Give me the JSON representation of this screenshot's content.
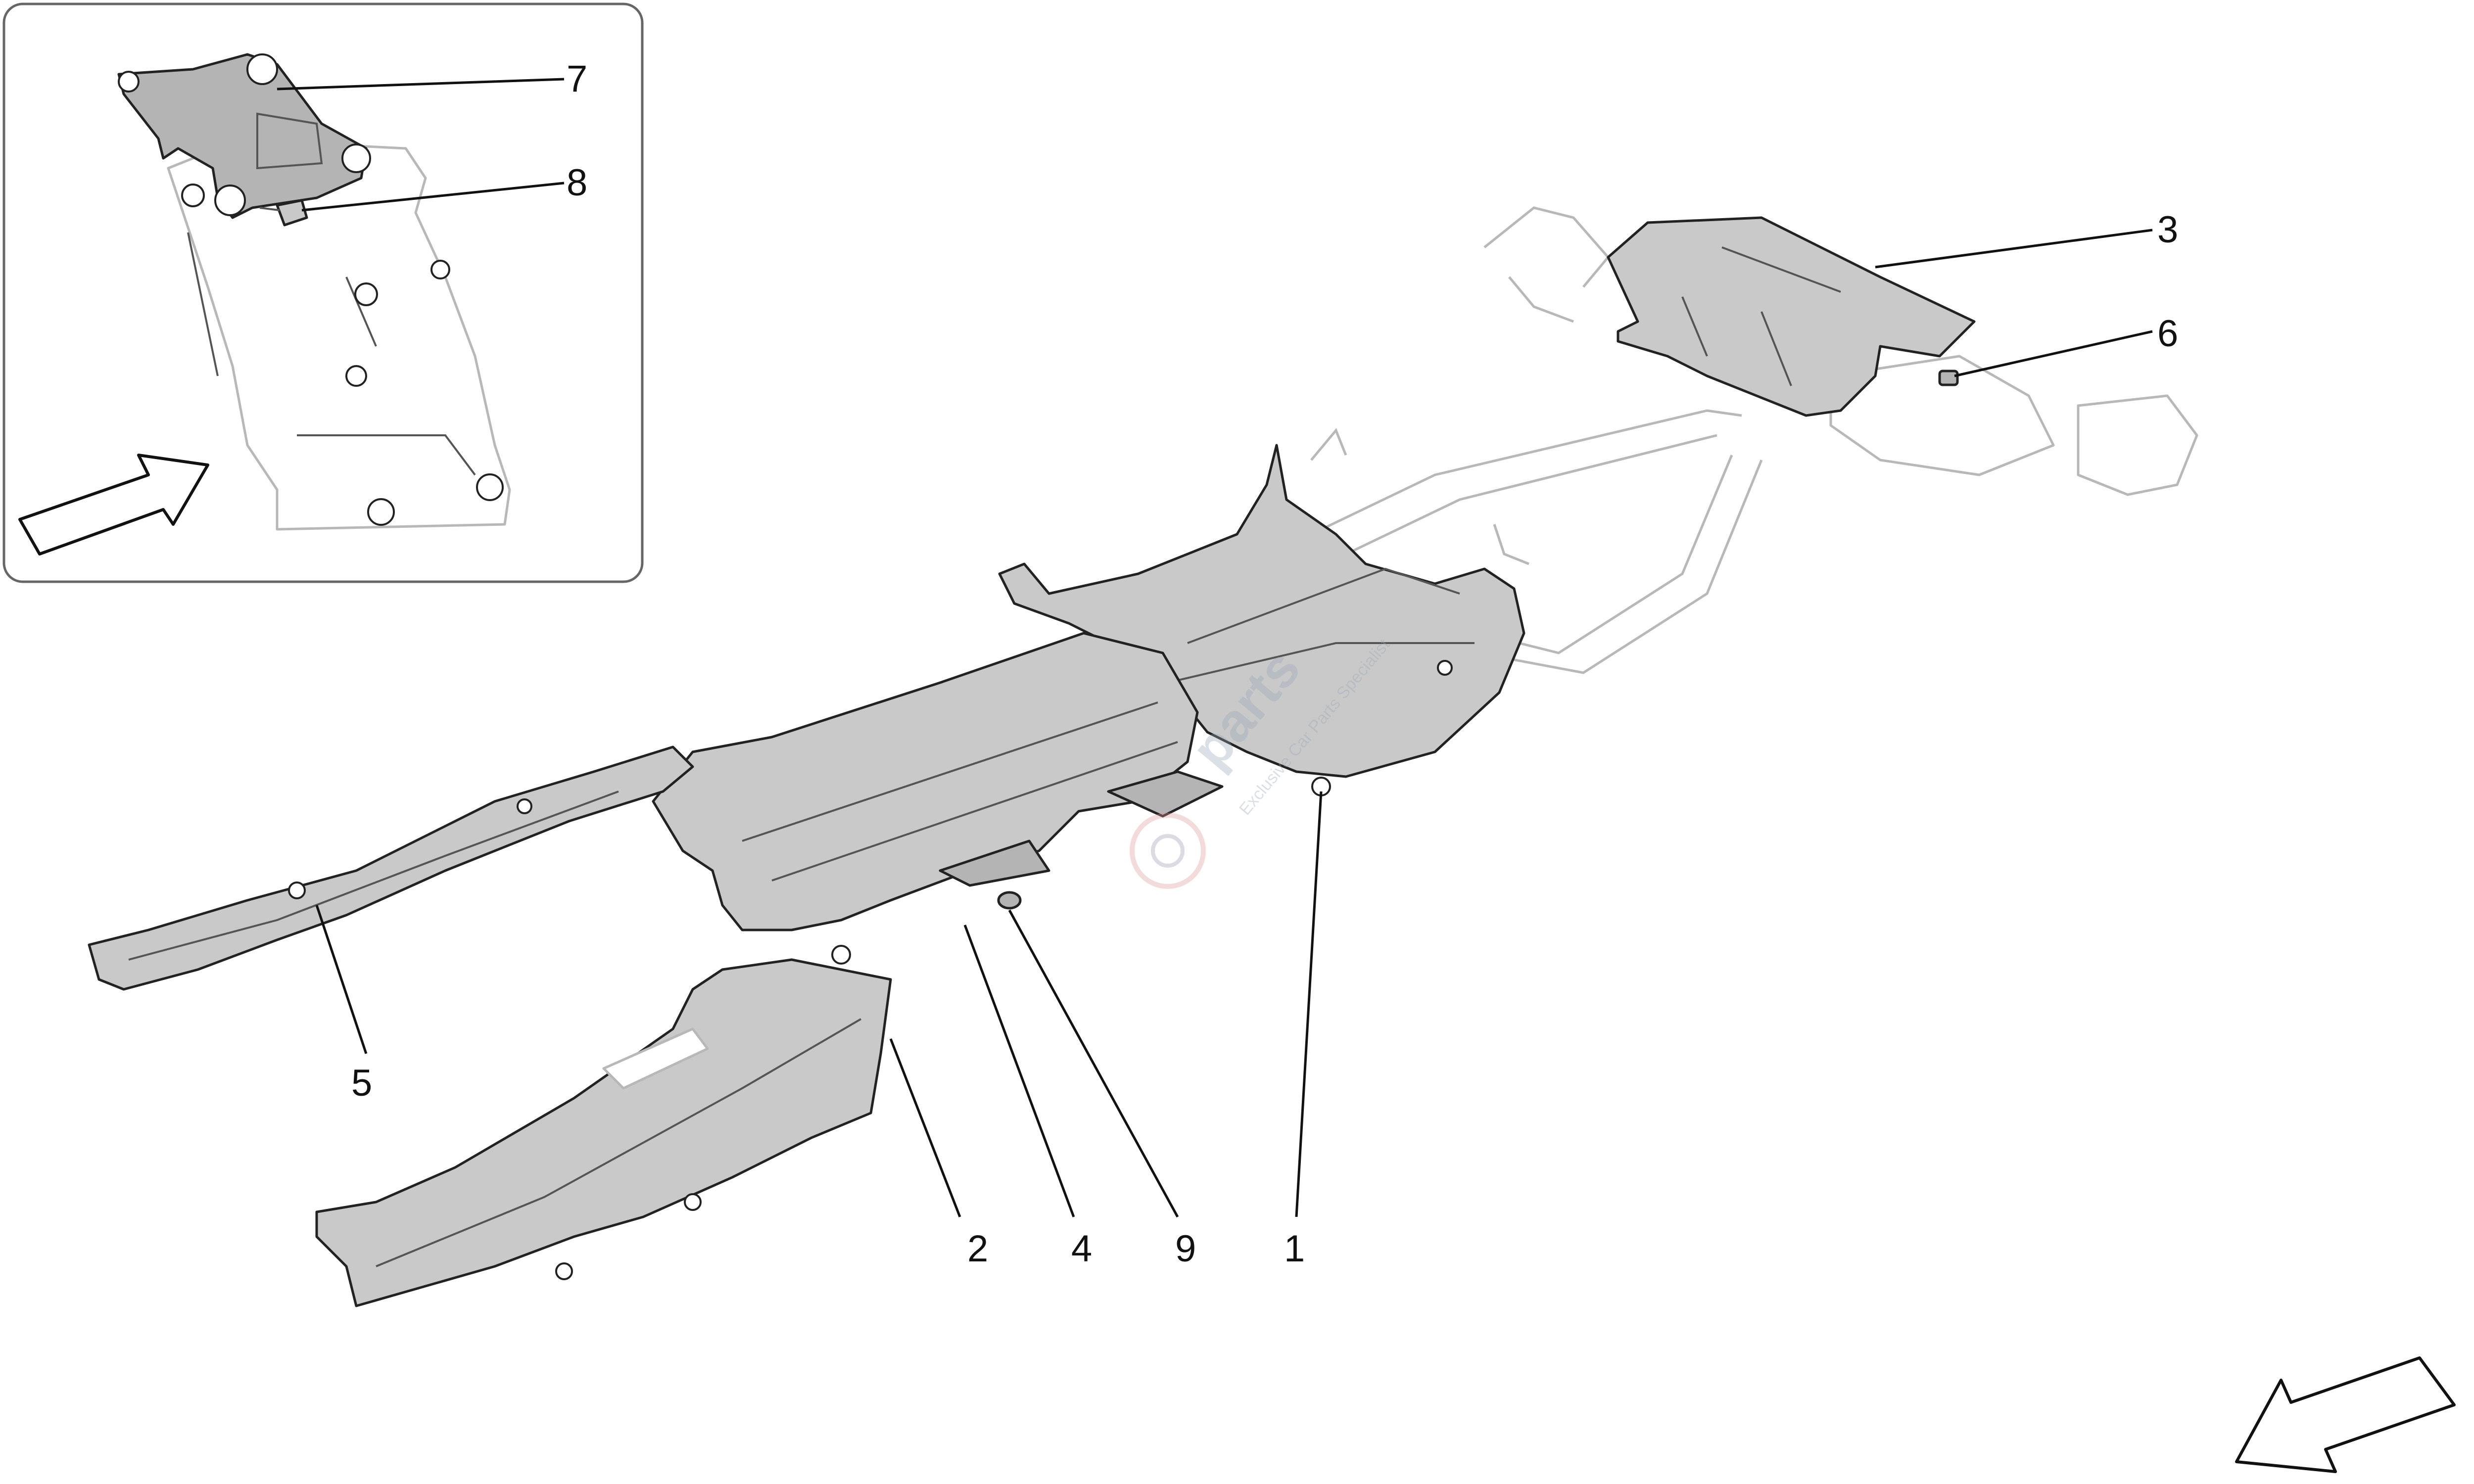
{
  "diagram": {
    "callouts": [
      "1",
      "2",
      "3",
      "4",
      "5",
      "6",
      "7",
      "8",
      "9"
    ]
  },
  "watermark": {
    "brand": "parts",
    "tagline": "Exclusive Car Parts Specialist"
  }
}
